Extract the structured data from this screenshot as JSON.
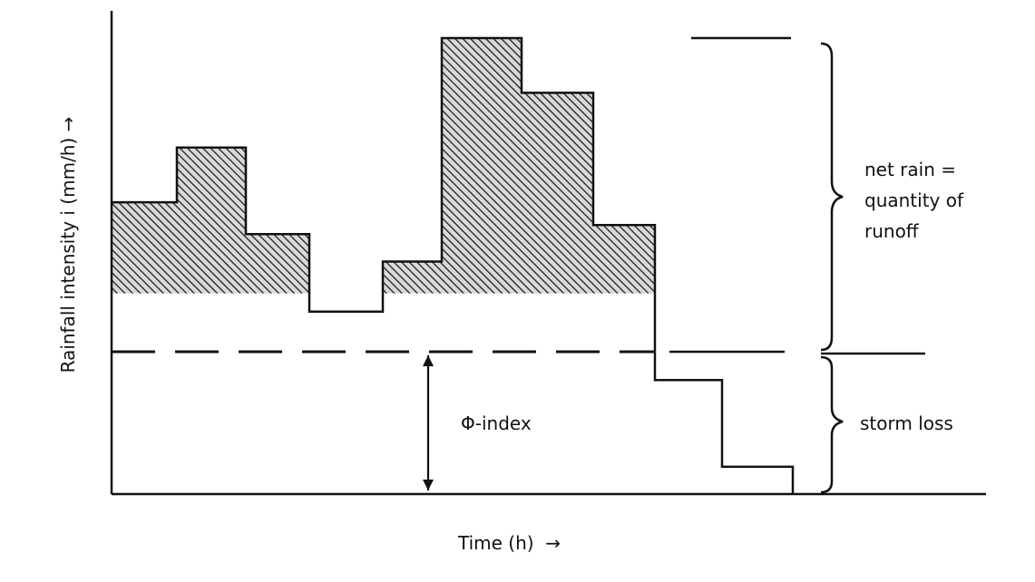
{
  "labels": {
    "y_axis": "Rainfall intensity i (mm/h) →",
    "x_axis": "Time (h)  →",
    "phi_index": "Φ-index",
    "net_rain_line1": "net  rain =",
    "net_rain_line2": "quantity of",
    "net_rain_line3": "runoff",
    "storm_loss": "storm loss"
  },
  "diagram": {
    "phi_index_level": 0.44,
    "intensities": [
      0.64,
      0.76,
      0.57,
      0.4,
      0.51,
      1.0,
      0.88,
      0.59,
      0.25,
      0.06
    ],
    "colors": {
      "ink": "#111111",
      "hatch_bg": "#d9d9d9"
    }
  }
}
